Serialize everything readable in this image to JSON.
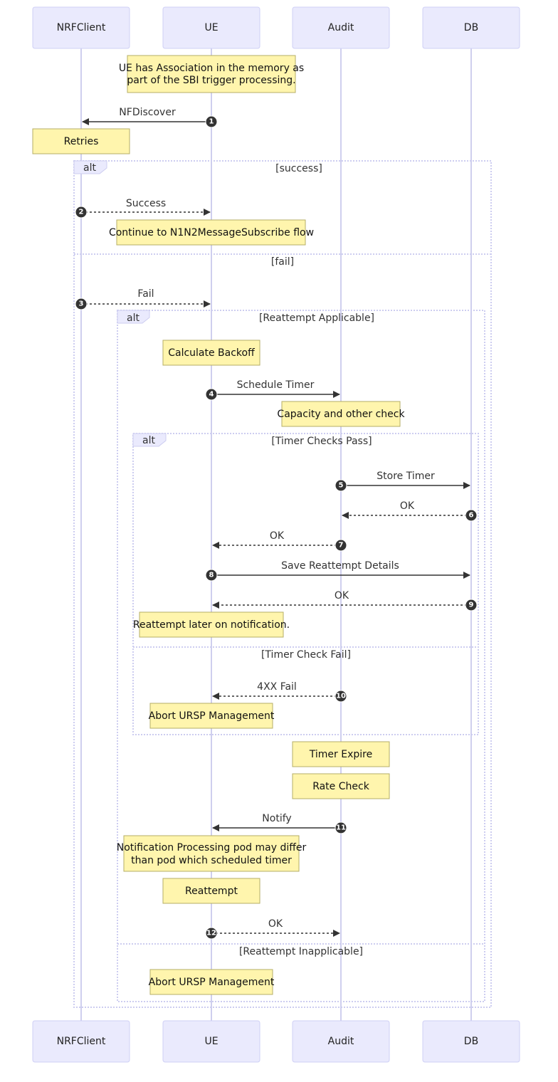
{
  "actors": [
    {
      "id": "nrf",
      "label": "NRFClient"
    },
    {
      "id": "ue",
      "label": "UE"
    },
    {
      "id": "audit",
      "label": "Audit"
    },
    {
      "id": "db",
      "label": "DB"
    }
  ],
  "notes": [
    {
      "id": "ue-association",
      "lines": [
        "UE has Association in the memory as",
        "part of the SBI trigger processing."
      ]
    },
    {
      "id": "retries",
      "lines": [
        "Retries"
      ]
    },
    {
      "id": "continue-flow",
      "lines": [
        "Continue to N1N2MessageSubscribe flow"
      ]
    },
    {
      "id": "calculate-backoff",
      "lines": [
        "Calculate Backoff"
      ]
    },
    {
      "id": "capacity-check",
      "lines": [
        "Capacity and other check"
      ]
    },
    {
      "id": "reattempt-later",
      "lines": [
        "Reattempt later on notification."
      ]
    },
    {
      "id": "abort-ursp-1",
      "lines": [
        "Abort URSP Management"
      ]
    },
    {
      "id": "timer-expire",
      "lines": [
        "Timer Expire"
      ]
    },
    {
      "id": "rate-check",
      "lines": [
        "Rate Check"
      ]
    },
    {
      "id": "notification-pod",
      "lines": [
        "Notification Processing pod may differ",
        "than pod which scheduled timer"
      ]
    },
    {
      "id": "reattempt",
      "lines": [
        "Reattempt"
      ]
    },
    {
      "id": "abort-ursp-2",
      "lines": [
        "Abort URSP Management"
      ]
    }
  ],
  "messages": [
    {
      "num": "1",
      "label": "NFDiscover"
    },
    {
      "num": "2",
      "label": "Success"
    },
    {
      "num": "3",
      "label": "Fail"
    },
    {
      "num": "4",
      "label": "Schedule Timer"
    },
    {
      "num": "5",
      "label": "Store Timer"
    },
    {
      "num": "6",
      "label": "OK"
    },
    {
      "num": "7",
      "label": "OK"
    },
    {
      "num": "8",
      "label": "Save Reattempt Details"
    },
    {
      "num": "9",
      "label": "OK"
    },
    {
      "num": "10",
      "label": "4XX Fail"
    },
    {
      "num": "11",
      "label": "Notify"
    },
    {
      "num": "12",
      "label": "OK"
    }
  ],
  "frames": [
    {
      "id": "alt-outer",
      "tag": "alt",
      "conditions": [
        "[success]",
        "[fail]"
      ]
    },
    {
      "id": "alt-reattempt",
      "tag": "alt",
      "conditions": [
        "[Reattempt Applicable]",
        "[Reattempt Inapplicable]"
      ]
    },
    {
      "id": "alt-timer",
      "tag": "alt",
      "conditions": [
        "[Timer Checks Pass]",
        "[Timer Check Fail]"
      ]
    }
  ]
}
